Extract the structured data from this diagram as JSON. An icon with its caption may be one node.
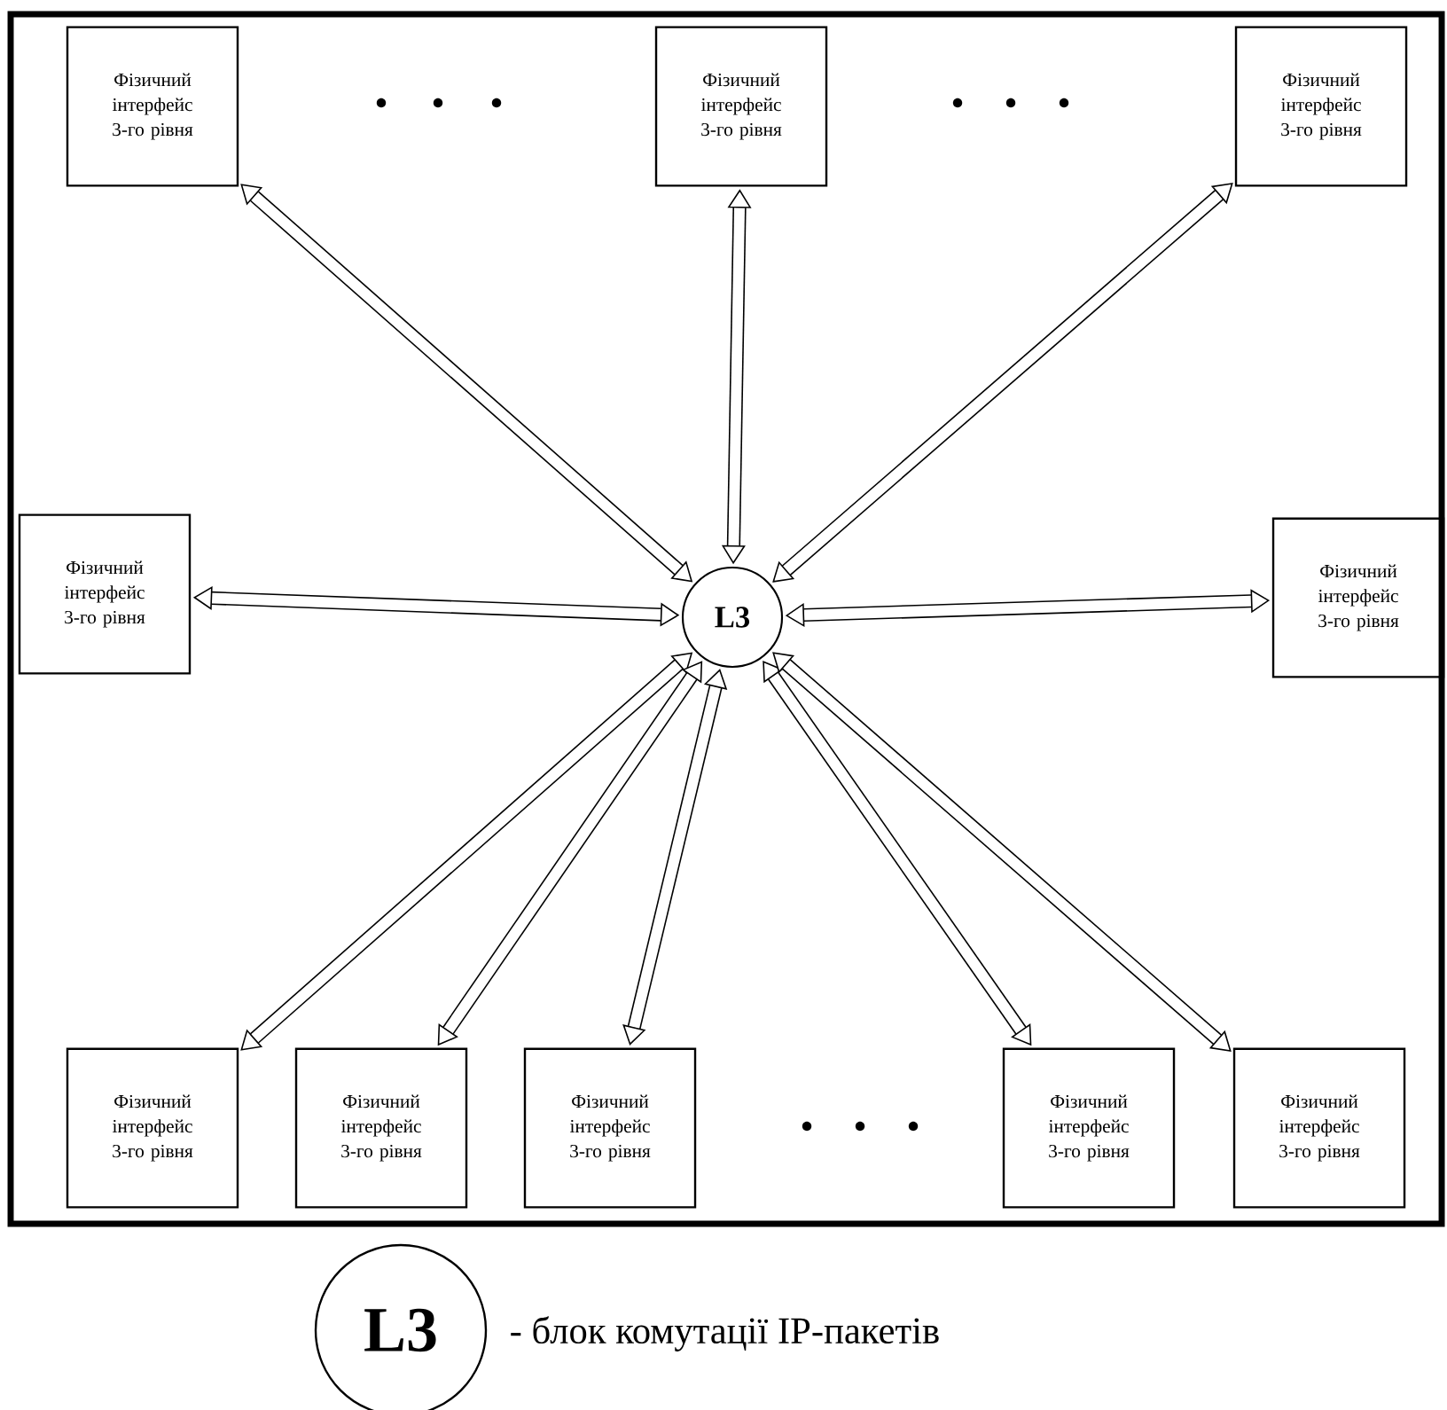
{
  "diagram": {
    "nodes": [
      {
        "text": [
          "Фізичний інтерфейс 3-го рівня"
        ]
      },
      {
        "text": [
          "Фізичний інтерфейс 3-го рівня"
        ]
      },
      {
        "text": [
          "Фізичний інтерфейс 3-го рівня"
        ]
      },
      {
        "text": [
          "Фізичний інтерфейс 3-го рівня"
        ]
      },
      {
        "text": [
          "L3"
        ]
      },
      {
        "text": [
          "Фізичний інтерфейс 3-го рівня"
        ]
      },
      {
        "text": [
          "Фізичний інтерфейс 3-го рівня"
        ]
      },
      {
        "text": [
          "Фізичний інтерфейс 3-го рівня"
        ]
      },
      {
        "text": [
          "Фізичний інтерфейс 3-го рівня"
        ]
      },
      {
        "text": [
          "Фізичний інтерфейс 3-го рівня"
        ]
      },
      {
        "text": [
          "Фізичний інтерфейс 3-го рівня"
        ]
      },
      {
        "text": [
          "L3"
        ],
        "beside": [
          "- блок комутації IP-пакетів"
        ]
      }
    ],
    "edges": [
      {
        "from": 4,
        "to": 0,
        "arrow": "both"
      },
      {
        "from": 4,
        "to": 1,
        "arrow": "both"
      },
      {
        "from": 4,
        "to": 2,
        "arrow": "both"
      },
      {
        "from": 4,
        "to": 3,
        "arrow": "both"
      },
      {
        "from": 4,
        "to": 5,
        "arrow": "both"
      },
      {
        "from": 4,
        "to": 6,
        "arrow": "both"
      },
      {
        "from": 4,
        "to": 7,
        "arrow": "both"
      },
      {
        "from": 4,
        "to": 8,
        "arrow": "both"
      },
      {
        "from": 4,
        "to": 9,
        "arrow": "both"
      },
      {
        "from": 4,
        "to": 10,
        "arrow": "both"
      }
    ]
  }
}
